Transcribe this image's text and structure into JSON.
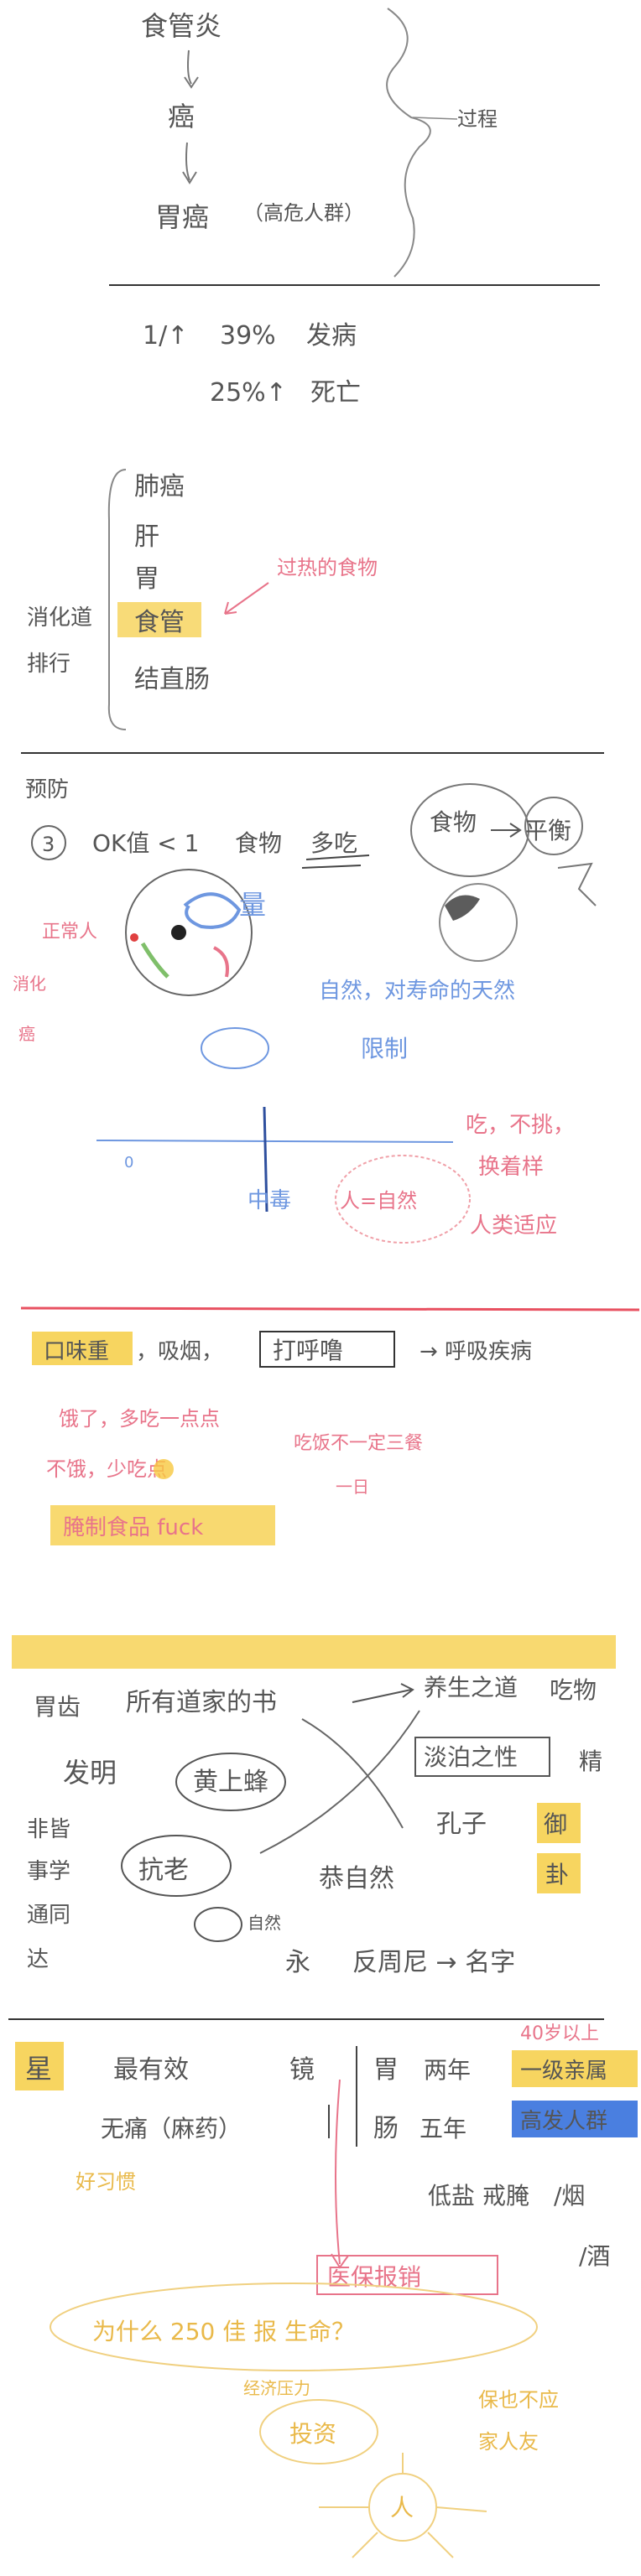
{
  "section1": {
    "l1": "食管炎",
    "l2": "癌",
    "l3": "胃癌",
    "l3_note": "（高危人群）",
    "brace_label": "过程"
  },
  "section2": {
    "stat1_a": "1/↑",
    "stat1_b": "39%",
    "stat1_c": "发病",
    "stat2_a": "25%↑",
    "stat2_b": "死亡"
  },
  "section3": {
    "items": [
      "肺癌",
      "肝",
      "胃",
      "食管",
      "结直肠"
    ],
    "side_label_1": "消化道",
    "side_label_2": "排行",
    "note": "过热的食物"
  },
  "section4": {
    "title": "预防",
    "circle_num": "3",
    "line1_a": "OK值 < 1",
    "line1_b": "食物",
    "line1_c": "多吃",
    "pink_left": "正常人",
    "amount": "量",
    "food_word": "食物",
    "balance_word": "平衡",
    "left_pink_1": "消化",
    "left_pink_2": "癌",
    "blue_line_1": "自然，对寿命的天然",
    "blue_line_2": "限制",
    "red_right_1": "吃，不挑，",
    "red_right_2": "换着样",
    "red_right_3": "人类适应",
    "axis_mid": "中毒",
    "axis_note": "人=自然",
    "axis_zero": "0"
  },
  "section5": {
    "tag1": "口味重",
    "tag2": "，吸烟，",
    "tag3": "打呼噜",
    "tag4": "→ 呼吸疾病",
    "pink1": "饿了，多吃一点点",
    "pink2": "不饿，少吃点",
    "pink3": "吃饭不一定三餐",
    "pink4": "一日",
    "yellow": "腌制食品 fuck"
  },
  "section6": {
    "r1_a": "胃齿",
    "r1_b": "所有道家的书",
    "r1_c": "养生之道",
    "r1_d": "吃物",
    "r2_a": "发明",
    "r2_b": "黄上蜂",
    "r2_c": "淡泊之性",
    "r2_d": "精",
    "r3_a": "孔子",
    "r3_b": "御",
    "r3_c": "卦",
    "left_col": [
      "非皆",
      "事学",
      "通同",
      "达"
    ],
    "r4_a": "抗老",
    "r4_b": "恭自然",
    "r5_a": "自然",
    "r5_b": "永",
    "r5_c": "反周尼 → 名字"
  },
  "section7": {
    "star": "星",
    "a1": "最有效",
    "a2": "镜",
    "a3": "胃",
    "a4": "两年",
    "a5": "一级亲属",
    "b1": "无痛（麻药）",
    "b2": "肠",
    "b3": "五年",
    "b4": "高发人群",
    "pink_top": "40岁以上",
    "c1": "低盐",
    "c2": "戒腌",
    "c3": "/烟",
    "c4": "/酒",
    "gold1": "好习惯",
    "red_box": "医保报销",
    "gold2": "为什么 250 佳 报 生命？",
    "gold3": "经济压力",
    "gold4": "投资",
    "gold5": "保也不应",
    "gold6": "家人友",
    "gold7": "人"
  }
}
